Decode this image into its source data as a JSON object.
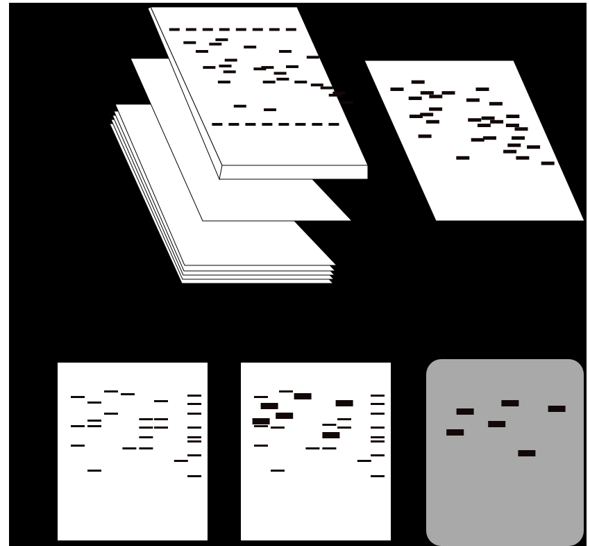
{
  "colors": {
    "background": "#000000",
    "sheet": "#ffffff",
    "band": "#120808",
    "blot_background": "#a9a9a9",
    "outline": "#000000"
  },
  "top_gel": {
    "lanes": 10,
    "bands": [
      [
        0.5,
        1
      ],
      [
        1.5,
        1
      ],
      [
        2.5,
        1
      ],
      [
        3.5,
        1
      ],
      [
        4.5,
        1
      ],
      [
        5.5,
        1
      ],
      [
        6.5,
        1
      ],
      [
        7.5,
        1
      ],
      [
        1,
        2.8
      ],
      [
        1.5,
        4
      ],
      [
        2.5,
        3
      ],
      [
        3,
        2.4
      ],
      [
        4.5,
        3.4
      ],
      [
        6.5,
        4
      ],
      [
        8,
        4.8
      ],
      [
        1.5,
        6.2
      ],
      [
        2.5,
        6
      ],
      [
        2.6,
        6.8
      ],
      [
        3,
        5.2
      ],
      [
        4.5,
        6.4
      ],
      [
        5,
        6.2
      ],
      [
        5.6,
        7
      ],
      [
        6.5,
        6.1
      ],
      [
        2,
        8.2
      ],
      [
        4.7,
        8.2
      ],
      [
        5.6,
        7.8
      ],
      [
        6.6,
        8.2
      ],
      [
        7.5,
        8.6
      ],
      [
        8,
        9
      ],
      [
        8.3,
        10
      ],
      [
        8.6,
        9.7
      ],
      [
        8.8,
        11
      ],
      [
        2.3,
        11.5
      ],
      [
        4,
        12
      ],
      [
        0.5,
        14
      ],
      [
        1.5,
        14
      ],
      [
        2.5,
        14
      ],
      [
        3.5,
        14
      ],
      [
        4.5,
        14
      ],
      [
        5.5,
        14
      ],
      [
        6.5,
        14
      ],
      [
        7.5,
        14
      ]
    ]
  },
  "right_sheet": {
    "bands": [
      [
        0.5,
        2
      ],
      [
        1.5,
        3
      ],
      [
        2.2,
        1.2
      ],
      [
        2.5,
        2.4
      ],
      [
        3,
        2.8
      ],
      [
        4,
        2.4
      ],
      [
        5.5,
        3.2
      ],
      [
        6.5,
        2
      ],
      [
        7,
        3.6
      ],
      [
        7.8,
        5
      ],
      [
        1,
        5
      ],
      [
        1.8,
        4.8
      ],
      [
        2,
        5.6
      ],
      [
        2.6,
        4.2
      ],
      [
        5,
        5.4
      ],
      [
        5.5,
        6
      ],
      [
        6,
        5.2
      ],
      [
        6.5,
        5.6
      ],
      [
        7.5,
        6
      ],
      [
        8,
        6.4
      ],
      [
        1,
        7.2
      ],
      [
        4.6,
        7.6
      ],
      [
        5.5,
        7.4
      ],
      [
        7,
        8.2
      ],
      [
        7.2,
        9.6
      ],
      [
        8.3,
        8.4
      ],
      [
        8.8,
        10.2
      ],
      [
        3,
        9.6
      ],
      [
        6.5,
        8.9
      ],
      [
        7.5,
        7.4
      ]
    ]
  },
  "bottom_panels": [
    {
      "style": "thin",
      "bands": [
        [
          0.5,
          2
        ],
        [
          1.5,
          2.4
        ],
        [
          2.5,
          1.6
        ],
        [
          3.5,
          1.8
        ],
        [
          5.5,
          2.3
        ],
        [
          7.5,
          1.9
        ],
        [
          7.5,
          2.5
        ],
        [
          7.5,
          3.2
        ],
        [
          1.5,
          3.7
        ],
        [
          2.5,
          3.2
        ],
        [
          4.6,
          3.6
        ],
        [
          5.5,
          3.6
        ],
        [
          0.5,
          4.1
        ],
        [
          1.5,
          4.1
        ],
        [
          4.6,
          4.2
        ],
        [
          5.5,
          4.2
        ],
        [
          7.5,
          4.2
        ],
        [
          4.6,
          4.9
        ],
        [
          7.5,
          4.9
        ],
        [
          7.5,
          5.2
        ],
        [
          0.5,
          5.5
        ],
        [
          3.6,
          5.7
        ],
        [
          4.6,
          5.7
        ],
        [
          7.5,
          6.2
        ],
        [
          6.7,
          6.6
        ],
        [
          1.5,
          7.3
        ],
        [
          7.5,
          7.7
        ]
      ]
    },
    {
      "style": "mixed",
      "bands": [
        [
          0.5,
          2
        ],
        [
          0.9,
          2.5,
          1
        ],
        [
          2,
          1.6
        ],
        [
          2.9,
          1.8,
          1
        ],
        [
          5.4,
          2.3,
          1
        ],
        [
          7.5,
          1.9
        ],
        [
          7.5,
          2.5
        ],
        [
          7.5,
          3.2
        ],
        [
          1.8,
          3.2,
          1
        ],
        [
          0.4,
          3.6,
          1
        ],
        [
          1.5,
          4.2
        ],
        [
          4.6,
          4.0
        ],
        [
          5.5,
          3.6
        ],
        [
          0.5,
          4.1
        ],
        [
          4.6,
          4.6,
          1
        ],
        [
          5.5,
          4.2
        ],
        [
          7.5,
          4.2
        ],
        [
          7.5,
          4.9
        ],
        [
          7.5,
          5.2
        ],
        [
          0.5,
          5.5
        ],
        [
          3.6,
          5.7
        ],
        [
          4.6,
          5.7
        ],
        [
          7.5,
          6.2
        ],
        [
          6.7,
          6.6
        ],
        [
          1.5,
          7.3
        ],
        [
          7.5,
          7.7
        ]
      ]
    },
    {
      "style": "blot",
      "bands": [
        [
          1.4,
          2.9
        ],
        [
          4.1,
          2.3
        ],
        [
          6.9,
          2.7
        ],
        [
          0.8,
          4.4
        ],
        [
          3.3,
          3.8
        ],
        [
          5.1,
          5.9
        ]
      ]
    }
  ]
}
